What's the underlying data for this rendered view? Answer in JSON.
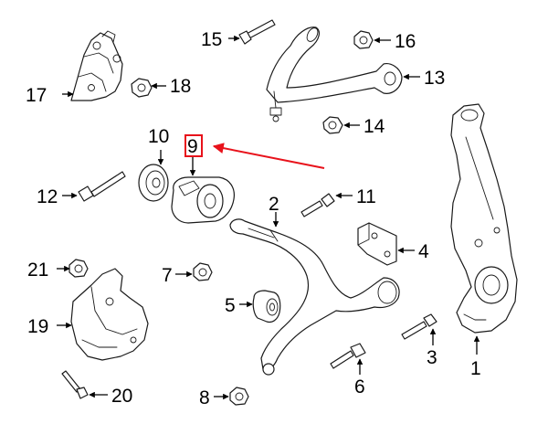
{
  "diagram": {
    "type": "exploded parts diagram",
    "callouts": {
      "c1": "1",
      "c2": "2",
      "c3": "3",
      "c4": "4",
      "c5": "5",
      "c6": "6",
      "c7": "7",
      "c8": "8",
      "c9": "9",
      "c10": "10",
      "c11": "11",
      "c12": "12",
      "c13": "13",
      "c14": "14",
      "c15": "15",
      "c16": "16",
      "c17": "17",
      "c18": "18",
      "c19": "19",
      "c20": "20",
      "c21": "21"
    },
    "highlighted_callout": "9",
    "colors": {
      "line": "#1a1a1a",
      "highlight": "#e8121b",
      "background": "#ffffff"
    }
  }
}
